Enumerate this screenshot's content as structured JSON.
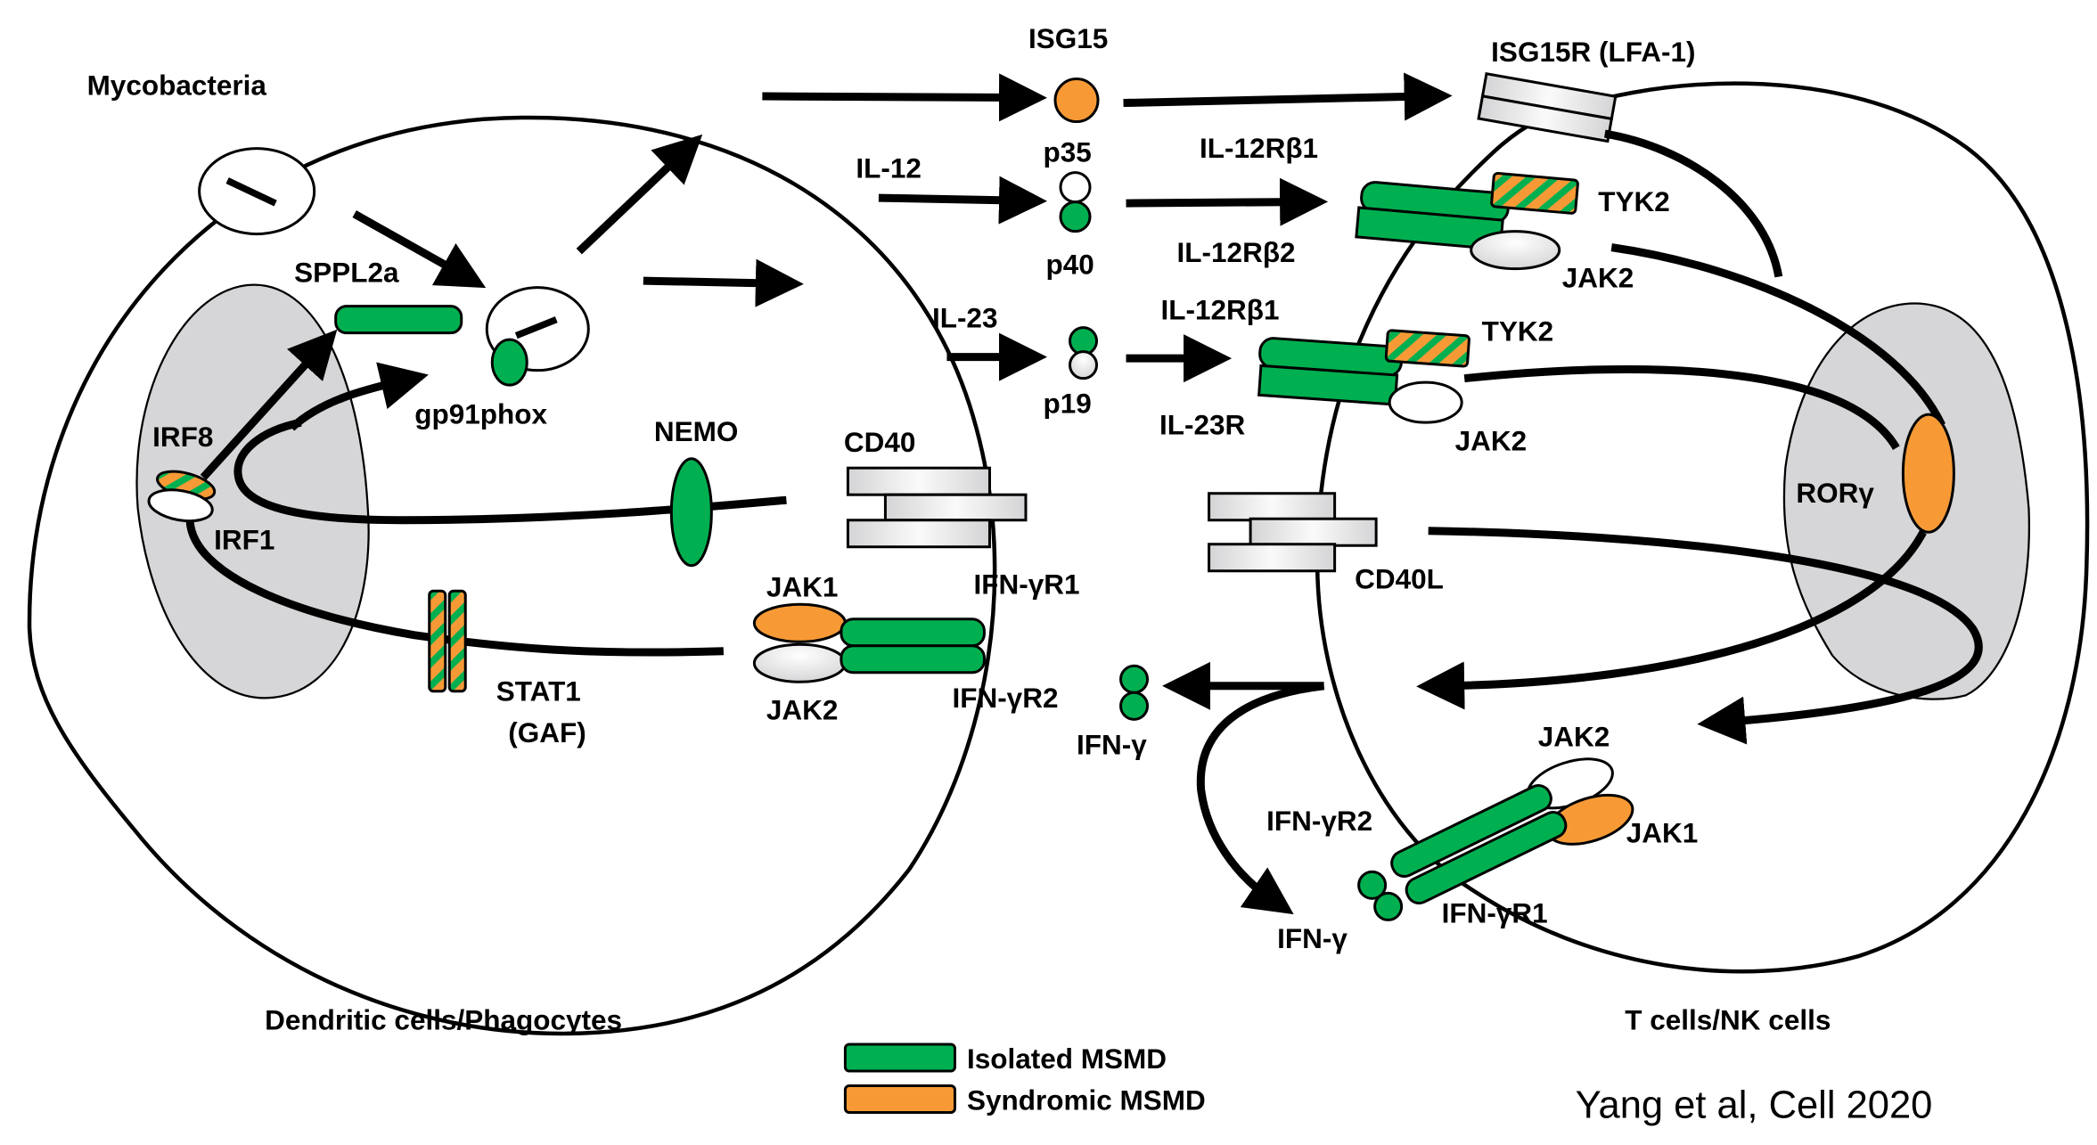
{
  "colors": {
    "isolated": "#00b050",
    "syndromic": "#f79a36",
    "neutral_fill": "#ffffff",
    "receptor_gray": "#e6e6e8",
    "nucleus": "#d6d6d8",
    "stroke": "#000000"
  },
  "labels": {
    "mycobacteria": "Mycobacteria",
    "sppl2a": "SPPL2a",
    "gp91phox": "gp91phox",
    "irf8": "IRF8",
    "irf1": "IRF1",
    "nemo": "NEMO",
    "stat1_line1": "STAT1",
    "stat1_line2": "(GAF)",
    "cd40": "CD40",
    "jak1_left": "JAK1",
    "jak2_left": "JAK2",
    "ifngr1_left": "IFN-γR1",
    "ifngr2_left": "IFN-γR2",
    "isg15": "ISG15",
    "il12": "IL-12",
    "p35": "p35",
    "p40": "p40",
    "il23": "IL-23",
    "p19": "p19",
    "ifng_mid": "IFN-γ",
    "isg15r": "ISG15R (LFA-1)",
    "il12rb1_top": "IL-12Rβ1",
    "il12rb2": "IL-12Rβ2",
    "tyk2_top": "TYK2",
    "jak2_top": "JAK2",
    "il12rb1_mid": "IL-12Rβ1",
    "tyk2_mid": "TYK2",
    "il23r": "IL-23R",
    "jak2_mid": "JAK2",
    "rorg": "RORγ",
    "cd40l": "CD40L",
    "jak2_right": "JAK2",
    "jak1_right": "JAK1",
    "ifngr2_right": "IFN-γR2",
    "ifngr1_right": "IFN-γR1",
    "ifng_bottom": "IFN-γ",
    "left_cell": "Dendritic cells/Phagocytes",
    "right_cell": "T cells/NK cells"
  },
  "legend": [
    {
      "label": "Isolated MSMD",
      "color_key": "isolated"
    },
    {
      "label": "Syndromic MSMD",
      "color_key": "syndromic"
    }
  ],
  "citation": "Yang et al, Cell 2020",
  "molecule_classification": {
    "isolated": [
      "SPPL2a",
      "gp91phox",
      "NEMO",
      "IFN-γR1",
      "IFN-γR2",
      "p40",
      "p19",
      "IFN-γ",
      "IL-12Rβ1",
      "IL-12Rβ2",
      "IL-23R"
    ],
    "syndromic": [
      "ISG15",
      "JAK1",
      "RORγ"
    ],
    "mixed": [
      "IRF8",
      "STAT1 (GAF)",
      "TYK2"
    ],
    "unassigned": [
      "IRF1",
      "JAK2",
      "p35",
      "CD40",
      "CD40L",
      "ISG15R (LFA-1)"
    ]
  }
}
